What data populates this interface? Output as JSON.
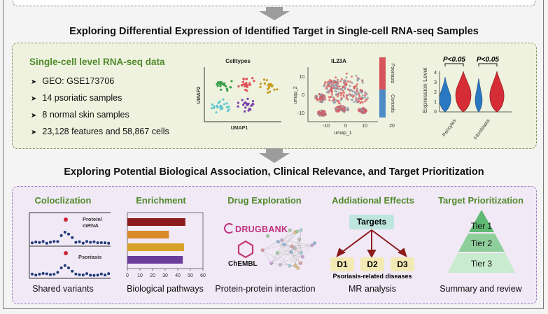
{
  "headings": {
    "top": "Exploring Differential Expression of Identified Target in Single-cell RNA-seq Samples",
    "bottom": "Exploring Potential Biological Association, Clinical Relevance, and Target Prioritization"
  },
  "scrna": {
    "title": "Single-cell level RNA-seq data",
    "bullets": [
      "GEO: GSE173706",
      "14 psoriatic samples",
      "8 normal skin samples",
      "23,128 features and 58,867 cells"
    ]
  },
  "umap_celltypes": {
    "title": "Celltypes",
    "xlabel": "UMAP1",
    "ylabel": "UMAP2"
  },
  "umap_il23a": {
    "title": "IL23A",
    "xlabel": "umap_1",
    "ylabel": "umap_2",
    "xticks": [
      "-10",
      "0",
      "10",
      "20"
    ],
    "yticks": [
      "10",
      "0",
      "-10"
    ],
    "legend_top": "Psoriasis",
    "legend_bottom": "Controls"
  },
  "violin": {
    "ylabel": "Expression Level",
    "yticks": [
      "4",
      "3",
      "2",
      "1",
      "0"
    ],
    "groups": [
      "Pericytes",
      "Fibroblasts"
    ],
    "pvalues": [
      "P<0.05",
      "P<0.05"
    ]
  },
  "sections": {
    "coloc": {
      "title": "Coloclization",
      "label_top": "Protein/\nmRNA",
      "label_top_1": "Protein/",
      "label_top_2": "mRNA",
      "label_bottom": "Psoriasis",
      "caption": "Shared variants"
    },
    "enrich": {
      "title": "Enrichment",
      "caption": "Biological pathways",
      "xticks": [
        "0",
        "10",
        "20",
        "30",
        "40",
        "50",
        "60"
      ]
    },
    "drug": {
      "title": "Drug Exploration",
      "drugbank": "DRUGBANK",
      "chembl": "ChEMBL",
      "caption": "Protein-protein interaction"
    },
    "effects": {
      "title": "Addiational Effects",
      "targets": "Targets",
      "d1": "D1",
      "d2": "D2",
      "d3": "D3",
      "diseases": "Psoriasis-related diseases",
      "caption": "MR analysis"
    },
    "prior": {
      "title": "Target Prioritization",
      "tier1": "Tier 1",
      "tier2": "Tier 2",
      "tier3": "Tier 3",
      "caption": "Summary and review"
    }
  },
  "chart_data": {
    "type": "bar",
    "orientation": "horizontal",
    "values": [
      46,
      33,
      45,
      44
    ],
    "colors": [
      "#8b1a1a",
      "#d98a2b",
      "#d8a228",
      "#6a3c9c"
    ],
    "xlim": [
      0,
      60
    ],
    "xticks": [
      "0",
      "10",
      "20",
      "30",
      "40",
      "50",
      "60"
    ]
  }
}
